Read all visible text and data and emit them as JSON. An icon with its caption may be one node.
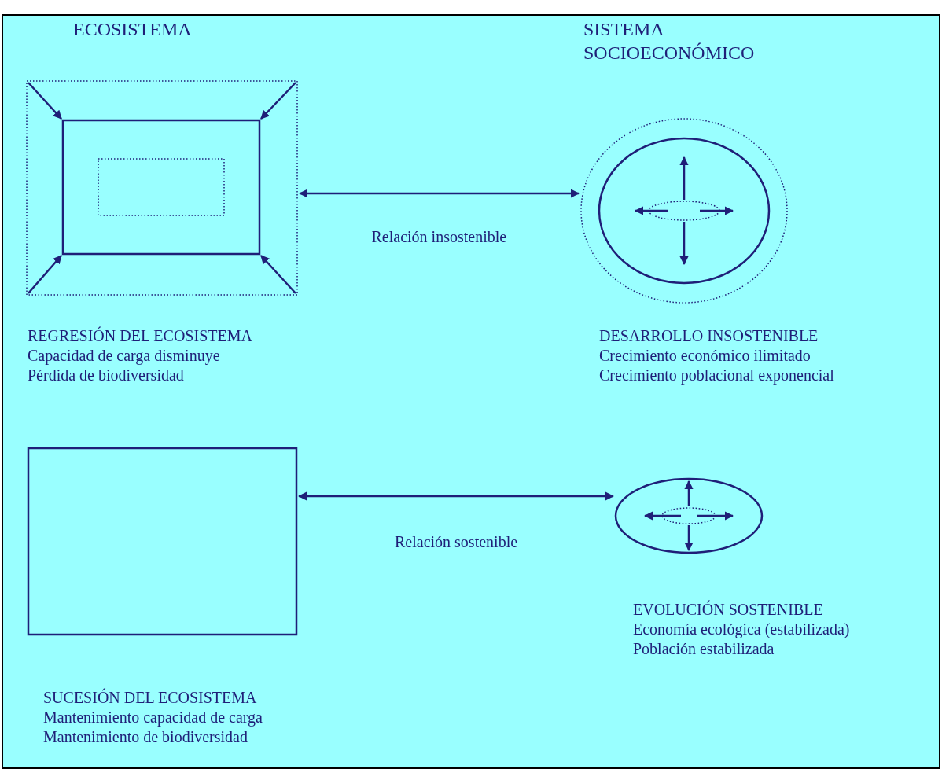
{
  "diagram": {
    "nodes": [
      {
        "text": [],
        "shape": "picture",
        "beside": [
          "REGRESIÓN DEL ECOSISTEMA",
          "Capacidad de carga disminuye",
          "Pérdida de biodiversidad"
        ]
      },
      {
        "text": [],
        "shape": "picture",
        "beside": [
          "DESARROLLO INSOSTENIBLE",
          "Crecimiento económico ilimitado",
          "Crecimiento poblacional exponencial"
        ]
      },
      {
        "text": [],
        "shape": "box",
        "beside": [
          "SUCESIÓN DEL ECOSISTEMA",
          "Mantenimiento capacidad de carga",
          "Mantenimiento de biodiversidad"
        ]
      },
      {
        "text": [],
        "shape": "picture",
        "beside": [
          "EVOLUCIÓN SOSTENIBLE",
          "Economía ecológica  (estabilizada)",
          "Población estabilizada"
        ]
      }
    ],
    "edges": [
      {
        "from": 0,
        "to": 1,
        "arrow": "both",
        "label": "Relación insostenible"
      },
      {
        "from": 2,
        "to": 3,
        "arrow": "both",
        "label": "Relación sostenible"
      }
    ],
    "labels": [
      "ECOSISTEMA",
      "SISTEMA SOCIOECONÓMICO"
    ]
  }
}
